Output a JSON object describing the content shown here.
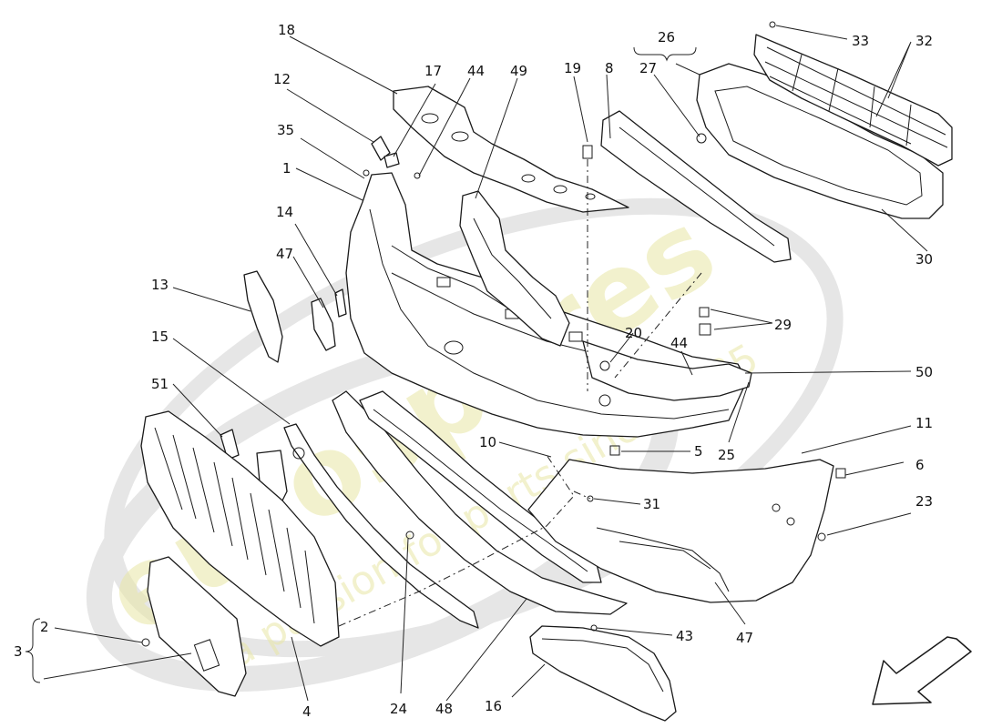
{
  "watermark": {
    "brand": "eurospares",
    "slogan": "a passion for parts since 1985",
    "color": "#e9e7a6"
  },
  "callouts": {
    "c1": "1",
    "c2": "2",
    "c3": "3",
    "c4": "4",
    "c5": "5",
    "c6": "6",
    "c8": "8",
    "c10": "10",
    "c11": "11",
    "c12": "12",
    "c13": "13",
    "c14": "14",
    "c15": "15",
    "c16": "16",
    "c17": "17",
    "c18": "18",
    "c19": "19",
    "c20": "20",
    "c23": "23",
    "c24": "24",
    "c25": "25",
    "c26": "26",
    "c27": "27",
    "c29": "29",
    "c30": "30",
    "c31": "31",
    "c32": "32",
    "c33": "33",
    "c35": "35",
    "c43": "43",
    "c44a": "44",
    "c44b": "44",
    "c47a": "47",
    "c47b": "47",
    "c48": "48",
    "c49": "49",
    "c50": "50",
    "c51": "51"
  },
  "icons": {
    "direction": "arrow-icon"
  }
}
